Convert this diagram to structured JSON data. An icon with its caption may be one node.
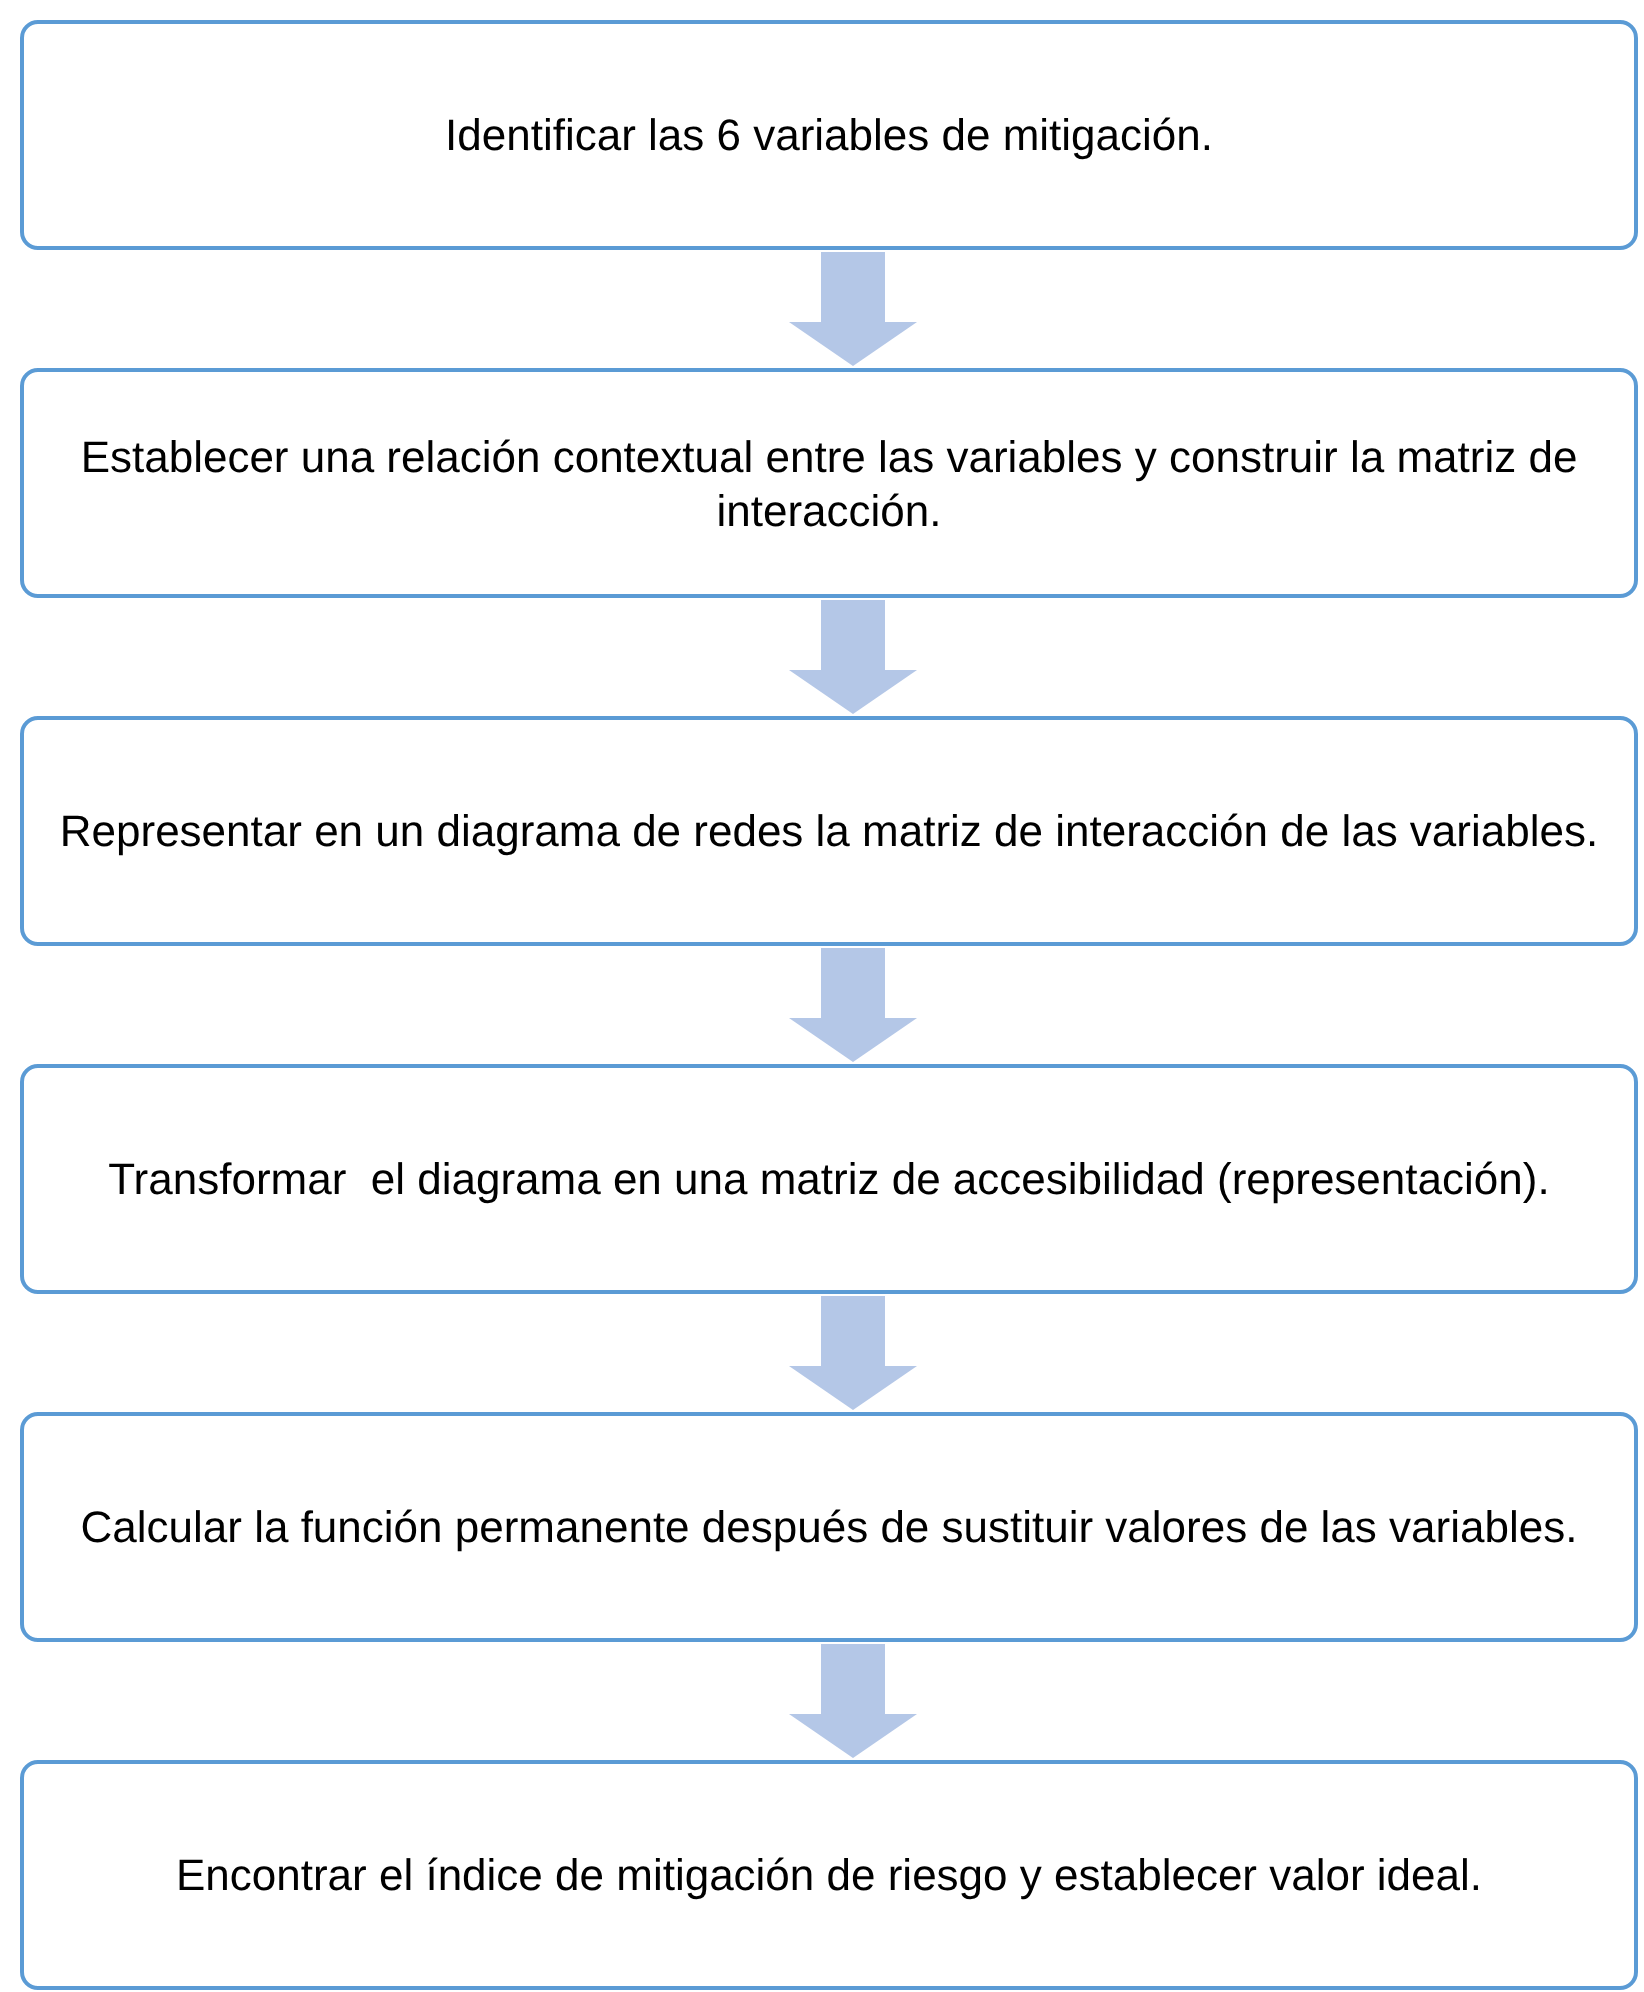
{
  "diagram": {
    "nodes": [
      {
        "text": [
          "Identificar las 6 variables de mitigación."
        ]
      },
      {
        "text": [
          "Establecer una relación contextual entre las variables y construir la matriz de interacción."
        ]
      },
      {
        "text": [
          "Representar en un diagrama de redes la matriz de interacción de las variables."
        ]
      },
      {
        "text": [
          "Transformar  el diagrama en una matriz de accesibilidad (representación)."
        ]
      },
      {
        "text": [
          "Calcular la función permanente después de sustituir valores de las variables."
        ]
      },
      {
        "text": [
          "Encontrar el índice de mitigación de riesgo y establecer valor ideal."
        ]
      }
    ],
    "edges": [
      {
        "from": 0,
        "to": 1,
        "arrow": "to"
      },
      {
        "from": 1,
        "to": 2,
        "arrow": "to"
      },
      {
        "from": 2,
        "to": 3,
        "arrow": "to"
      },
      {
        "from": 3,
        "to": 4,
        "arrow": "to"
      },
      {
        "from": 4,
        "to": 5,
        "arrow": "to"
      }
    ]
  }
}
